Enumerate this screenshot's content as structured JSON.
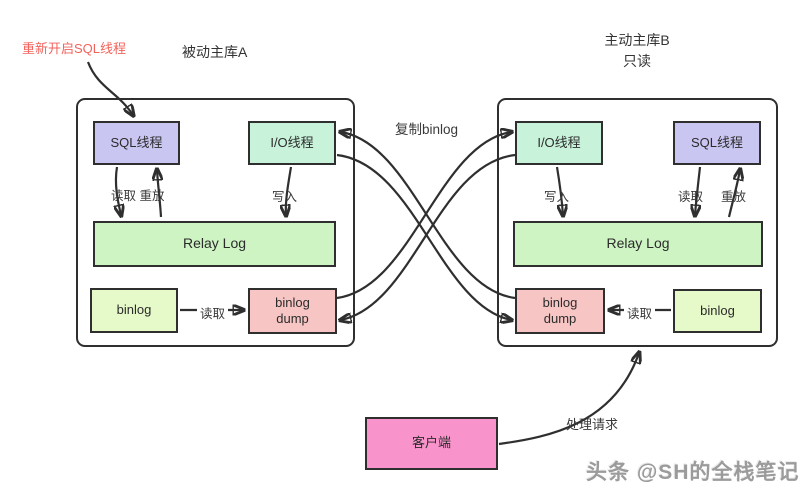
{
  "annotations": {
    "restart_sql": "重新开启SQL线程",
    "copy_binlog": "复制binlog",
    "handle_request": "处理请求",
    "watermark": "头条 @SH的全栈笔记"
  },
  "master_a": {
    "title": "被动主库A",
    "sql_thread": "SQL线程",
    "io_thread": "I/O线程",
    "relay_log": "Relay Log",
    "binlog": "binlog",
    "binlog_dump": "binlog dump",
    "read_replay_label": "读取 重放",
    "write_label": "写入",
    "read_label": "读取"
  },
  "master_b": {
    "title": "主动主库B",
    "subtitle": "只读",
    "io_thread": "I/O线程",
    "sql_thread": "SQL线程",
    "relay_log": "Relay Log",
    "binlog_dump": "binlog dump",
    "binlog": "binlog",
    "write_label": "写入",
    "read_label": "读取",
    "replay_label": "重放",
    "read_binlog_label": "读取"
  },
  "client": {
    "label": "客户端"
  },
  "colors": {
    "sql_thread": "#c9c6f2",
    "io_thread": "#c8f3da",
    "relay_log": "#cdf4c2",
    "binlog": "#e6f9c8",
    "binlog_dump": "#f7c5c3",
    "client": "#f893cb",
    "accent_red": "#f2635c",
    "line": "#2f2f2f"
  }
}
